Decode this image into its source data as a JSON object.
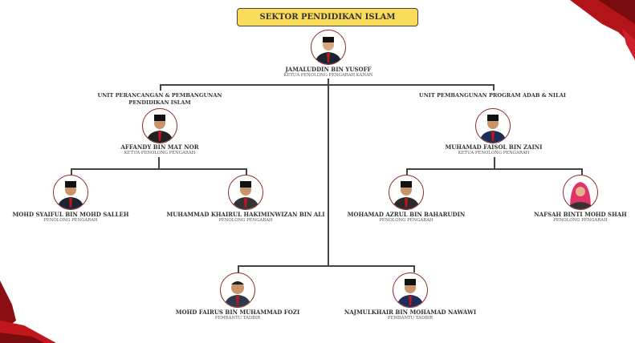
{
  "title": "SEKTOR PENDIDIKAN ISLAM",
  "head": {
    "name": "JAMALUDDIN BIN YUSOFF",
    "role": "KETUA PENOLONG PENGARAH KANAN"
  },
  "units": [
    {
      "label": "UNIT PERANCANGAN & PEMBANGUNAN PENDIDIKAN ISLAM",
      "lead": {
        "name": "AFFANDY BIN MAT NOR",
        "role": "KETUA PENOLONG PENGARAH"
      },
      "members": [
        {
          "name": "MOHD SYAIFUL BIN MOHD SALLEH",
          "role": "PENOLONG PENGARAH"
        },
        {
          "name": "MUHAMMAD KHAIRUL HAKIMINWIZAN BIN ALI",
          "role": "PENOLONG PENGARAH"
        }
      ]
    },
    {
      "label": "UNIT PEMBANGUNAN PROGRAM ADAB & NILAI",
      "lead": {
        "name": "MUHAMAD FAISOL BIN ZAINI",
        "role": "KETUA PENOLONG PENGARAH"
      },
      "members": [
        {
          "name": "MOHAMAD AZRUL BIN BAHARUDIN",
          "role": "PENOLONG PENGARAH"
        },
        {
          "name": "NAFSAH BINTI MOHD SHAH",
          "role": "PENOLONG PENGARAH"
        }
      ]
    }
  ],
  "support": [
    {
      "name": "MOHD FAIRUS BIN MUHAMMAD FOZI",
      "role": "PEMBANTU TADBIR"
    },
    {
      "name": "NAJMULKHAIR BIN MOHAMAD NAWAWI",
      "role": "PEMBANTU TADBIR"
    }
  ],
  "colors": {
    "title_bg": "#f9dc5c",
    "ring": "#8b2a2a",
    "accent": "#c0161c"
  }
}
